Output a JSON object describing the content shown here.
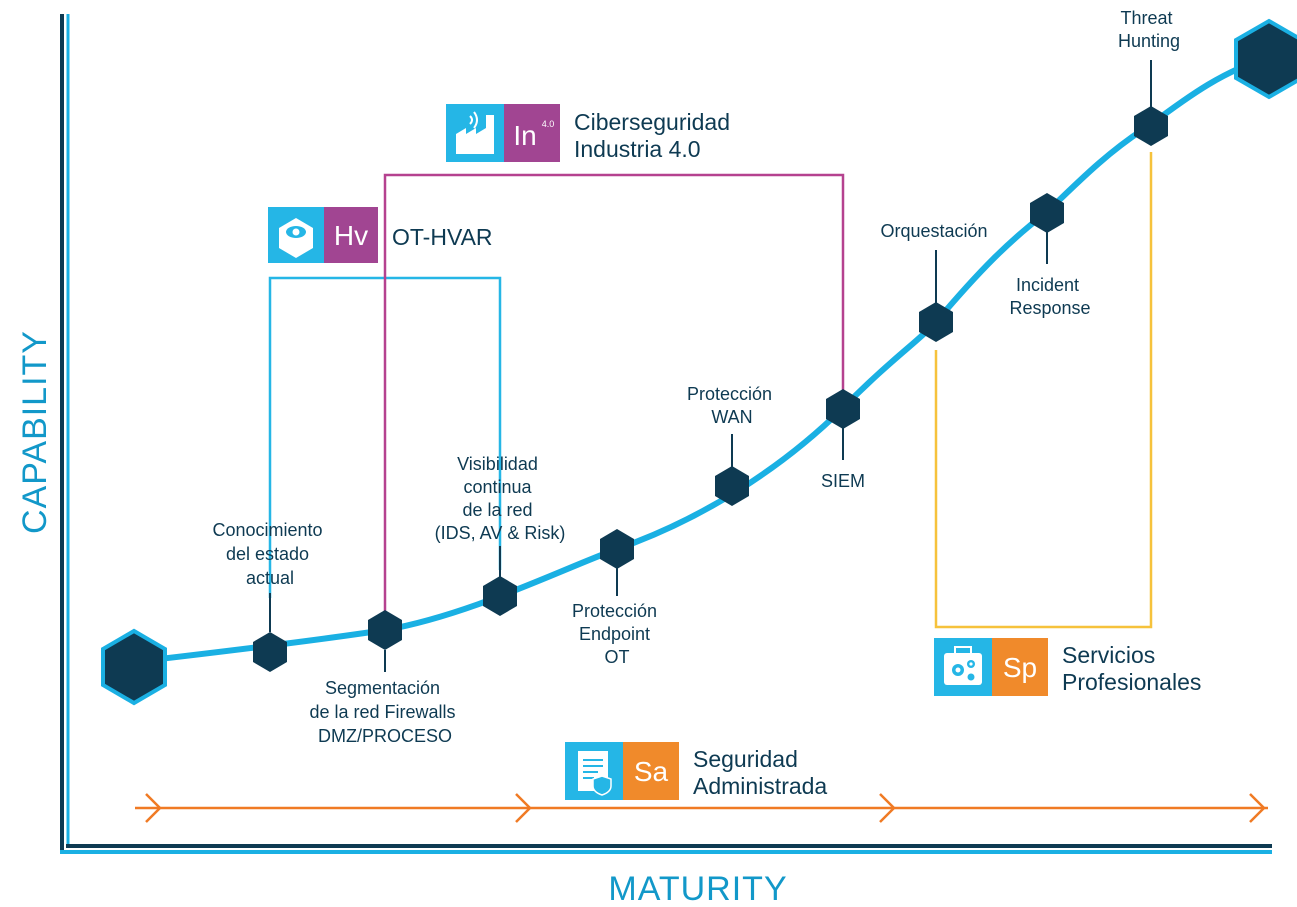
{
  "axes": {
    "y_label": "CAPABILITY",
    "x_label": "MATURITY"
  },
  "colors": {
    "curve": "#1ab0e3",
    "node": "#0e3a52",
    "hvar": "#25b6e6",
    "industria": "#b5428f",
    "servicios": "#f6c23c",
    "arrows": "#f07a24",
    "badge_blue": "#25b6e6",
    "badge_purple": "#a14592",
    "badge_orange": "#f08a2b"
  },
  "milestones": {
    "conocimiento": [
      "Conocimiento",
      "del estado",
      "actual"
    ],
    "segmentacion": [
      "Segmentación",
      "de la red Firewalls",
      "DMZ/PROCESO"
    ],
    "visibilidad": [
      "Visibilidad",
      "continua",
      "de la red",
      "(IDS, AV & Risk)"
    ],
    "endpoint": [
      "Protección",
      "Endpoint",
      "OT"
    ],
    "wan": [
      "Protección",
      "WAN"
    ],
    "siem": [
      "SIEM"
    ],
    "orquestacion": [
      "Orquestación"
    ],
    "incident": [
      "Incident",
      "Response"
    ],
    "threat": [
      "Threat",
      "Hunting"
    ]
  },
  "services": {
    "hvar": {
      "code": "Hv",
      "label": [
        "OT-HVAR"
      ],
      "icon": "cube-eye-icon"
    },
    "industria": {
      "code": "In",
      "sup": "4.0",
      "label": [
        "Ciberseguridad",
        "Industria 4.0"
      ],
      "icon": "factory-wifi-icon"
    },
    "servicios": {
      "code": "Sp",
      "label": [
        "Servicios",
        "Profesionales"
      ],
      "icon": "gears-box-icon"
    },
    "seguridad": {
      "code": "Sa",
      "label": [
        "Seguridad",
        "Administrada"
      ],
      "icon": "document-shield-icon"
    }
  }
}
